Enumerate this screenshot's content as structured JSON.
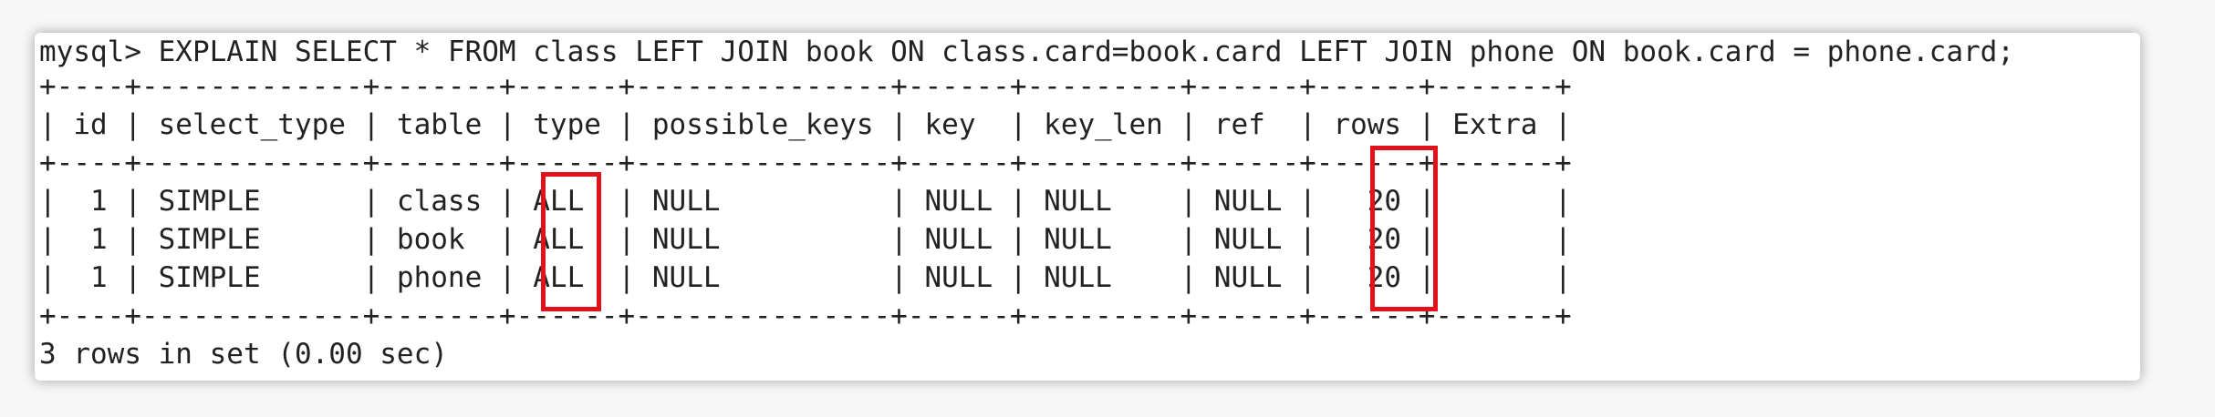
{
  "terminal": {
    "command": "mysql> EXPLAIN SELECT * FROM class LEFT JOIN book ON class.card=book.card LEFT JOIN phone ON book.card = phone.card;",
    "separator": "+----+-------------+-------+------+---------------+------+---------+------+------+-------+",
    "header_row": "| id | select_type | table | type | possible_keys | key  | key_len | ref  | rows | Extra |",
    "rows": [
      "|  1 | SIMPLE      | class | ALL  | NULL          | NULL | NULL    | NULL |   20 |       |",
      "|  1 | SIMPLE      | book  | ALL  | NULL          | NULL | NULL    | NULL |   20 |       |",
      "|  1 | SIMPLE      | phone | ALL  | NULL          | NULL | NULL    | NULL |   20 |       |"
    ],
    "footer": "3 rows in set (0.00 sec)"
  },
  "colors": {
    "highlight": "#e1121b",
    "text": "#222222"
  }
}
